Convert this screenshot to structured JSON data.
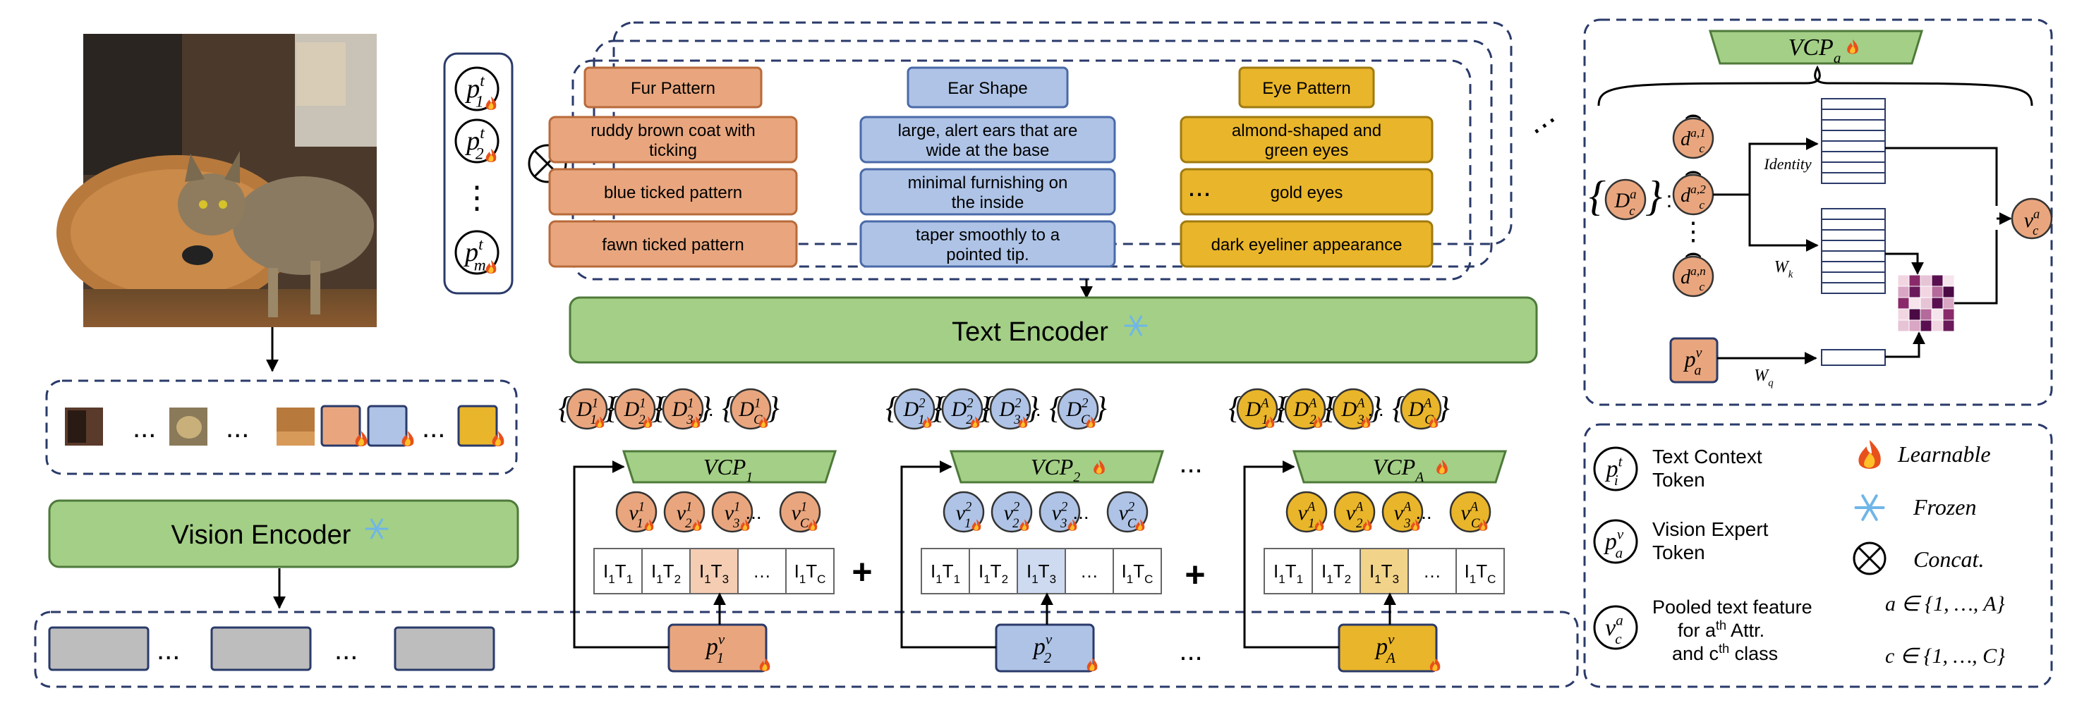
{
  "colors": {
    "orange": "#e9a67e",
    "orange_border": "#b86a3a",
    "blue": "#aec3e6",
    "blue_border": "#4a6aa8",
    "yellow": "#e9b52a",
    "yellow_border": "#a07a10",
    "green": "#a3cf86",
    "green_border": "#4e7a3a",
    "gray": "#bdbdbd",
    "frame": "#2a3a6a"
  },
  "icons": {
    "flame": "flame-icon",
    "snow": "snowflake-icon",
    "concat": "concat-icon"
  },
  "attributes": [
    {
      "name": "Fur Pattern",
      "color": "orange",
      "descriptions": [
        [
          "ruddy brown coat with",
          "ticking"
        ],
        [
          "blue ticked pattern"
        ],
        [
          "fawn ticked pattern"
        ]
      ]
    },
    {
      "name": "Ear Shape",
      "color": "blue",
      "descriptions": [
        [
          "large, alert ears that are",
          "wide at the base"
        ],
        [
          "minimal furnishing on",
          "the inside"
        ],
        [
          "taper smoothly to a",
          "pointed tip."
        ]
      ]
    },
    {
      "name": "Eye Pattern",
      "color": "yellow",
      "descriptions": [
        [
          "almond-shaped and",
          "green eyes"
        ],
        [
          "gold eyes"
        ],
        [
          "dark eyeliner appearance"
        ]
      ]
    }
  ],
  "text_encoder": "Text Encoder",
  "vision_encoder": "Vision Encoder",
  "ellipsis": "...",
  "dots": "⋯",
  "vdots": "⋮",
  "plus": "+",
  "vcp": [
    {
      "base": "VCP",
      "sub": "1",
      "flame": false
    },
    {
      "base": "VCP",
      "sub": "2",
      "flame": true
    },
    {
      "base": "VCP",
      "sub": "A",
      "flame": true
    }
  ],
  "desc_tokens": [
    {
      "sup": "1",
      "subs": [
        "1",
        "2",
        "3",
        "C"
      ]
    },
    {
      "sup": "2",
      "subs": [
        "1",
        "2",
        "3",
        "C"
      ]
    },
    {
      "sup": "A",
      "subs": [
        "1",
        "2",
        "3",
        "C"
      ]
    }
  ],
  "sim_cells": [
    [
      "I",
      "1",
      "T",
      "1"
    ],
    [
      "I",
      "1",
      "T",
      "2"
    ],
    [
      "I",
      "1",
      "T",
      "3"
    ],
    [
      "…"
    ],
    [
      "I",
      "1",
      "T",
      "C"
    ]
  ],
  "prompts": [
    {
      "base": "p",
      "sup": "t",
      "sub": "1"
    },
    {
      "base": "p",
      "sup": "t",
      "sub": "2"
    },
    {
      "base": "p",
      "sup": "t",
      "sub": "m"
    }
  ],
  "vision_prompts": [
    {
      "base": "p",
      "sup": "v",
      "sub": "1"
    },
    {
      "base": "p",
      "sup": "v",
      "sub": "2"
    },
    {
      "base": "p",
      "sup": "v",
      "sub": "A"
    }
  ],
  "vcp_detail": {
    "title_base": "VCP",
    "title_sub": "a",
    "set_label": "D",
    "set_sub": "c",
    "set_sup": "a",
    "tokens": [
      {
        "base": "d",
        "sub": "c",
        "sup": "a,1"
      },
      {
        "base": "d",
        "sub": "c",
        "sup": "a,2"
      },
      {
        "base": "d",
        "sub": "c",
        "sup": "a,n"
      }
    ],
    "identity": "Identity",
    "wk": "W",
    "wk_sub": "k",
    "wq": "W",
    "wq_sub": "q",
    "expert": {
      "base": "p",
      "sup": "v",
      "sub": "a"
    },
    "output": {
      "base": "v",
      "sup": "a",
      "sub": "c"
    }
  },
  "legend": {
    "text_token": [
      "Text Context",
      "Token"
    ],
    "vision_token": [
      "Vision Expert",
      "Token"
    ],
    "pooled": [
      "Pooled text feature",
      "for a",
      "th",
      " Attr.",
      "and c",
      "th",
      " class"
    ],
    "learnable": "Learnable",
    "frozen": "Frozen",
    "concat": "Concat.",
    "a_range": "a ∈ {1, …, A}",
    "c_range": "c ∈ {1, …, C}"
  }
}
